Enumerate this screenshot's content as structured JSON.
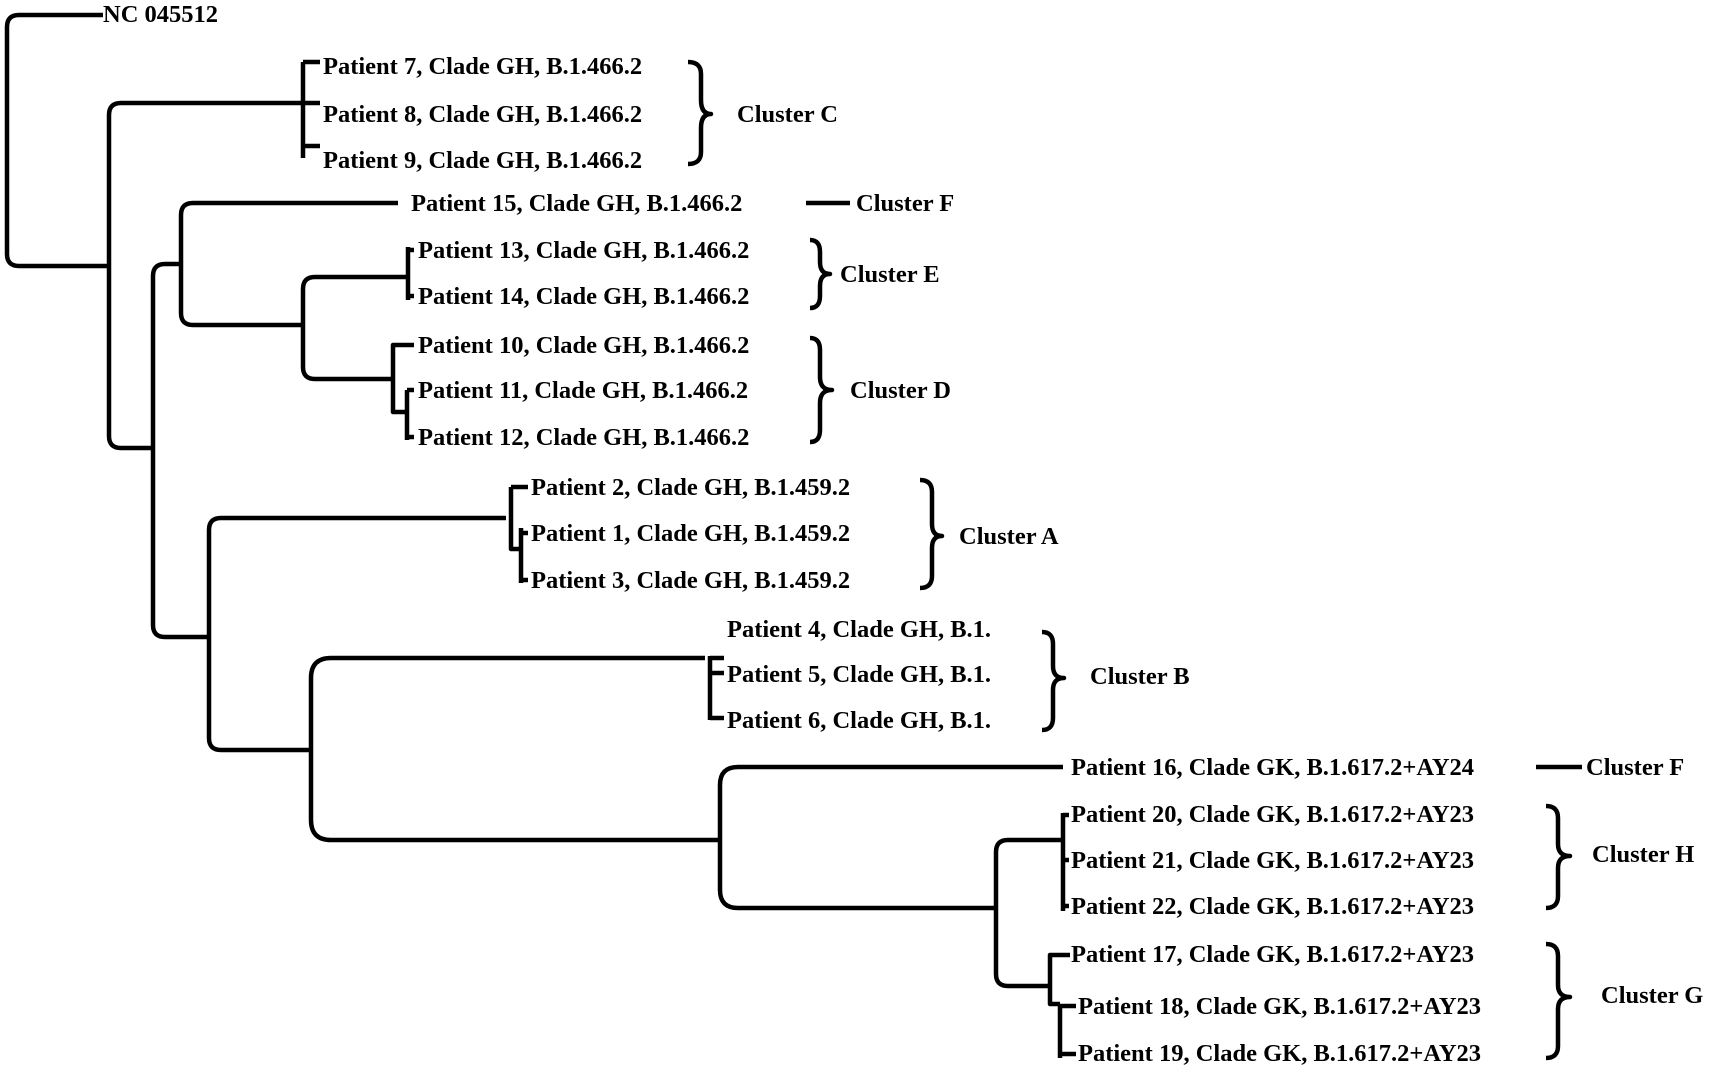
{
  "figure": {
    "root_label": "NC 045512",
    "taxa": [
      "Patient 7, Clade GH, B.1.466.2",
      "Patient 8, Clade GH, B.1.466.2",
      "Patient 9, Clade GH, B.1.466.2",
      "Patient 15, Clade GH, B.1.466.2",
      "Patient 13, Clade GH, B.1.466.2",
      "Patient 14, Clade GH, B.1.466.2",
      "Patient 10, Clade GH, B.1.466.2",
      "Patient 11, Clade GH, B.1.466.2",
      "Patient 12, Clade GH, B.1.466.2",
      "Patient 2, Clade GH, B.1.459.2",
      "Patient 1, Clade GH, B.1.459.2",
      "Patient 3, Clade GH, B.1.459.2",
      "Patient 4, Clade GH, B.1.",
      "Patient 5, Clade GH, B.1.",
      "Patient 6, Clade GH, B.1.",
      "Patient 16, Clade GK, B.1.617.2+AY24",
      "Patient 20, Clade GK, B.1.617.2+AY23",
      "Patient 21, Clade GK, B.1.617.2+AY23",
      "Patient 22, Clade GK, B.1.617.2+AY23",
      "Patient 17, Clade GK, B.1.617.2+AY23",
      "Patient 18, Clade GK, B.1.617.2+AY23",
      "Patient 19, Clade GK, B.1.617.2+AY23"
    ],
    "clusters": [
      "Cluster C",
      "Cluster F",
      "Cluster E",
      "Cluster D",
      "Cluster A",
      "Cluster B",
      "Cluster F",
      "Cluster H",
      "Cluster G"
    ],
    "line_color": "#000000",
    "background": "#ffffff"
  }
}
